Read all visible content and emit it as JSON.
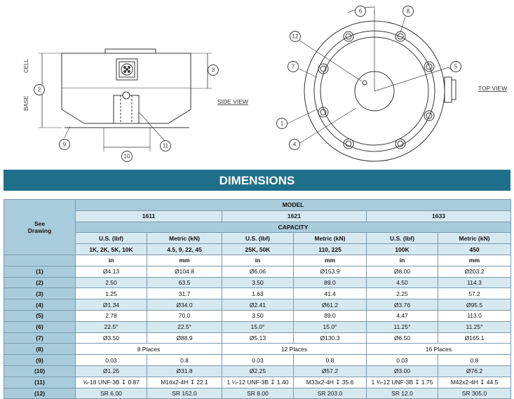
{
  "drawing": {
    "side_view_label": "SIDE VIEW",
    "top_view_label": "TOP VIEW",
    "cell_label": "CELL",
    "base_label": "BASE",
    "callouts": [
      "1",
      "2",
      "3",
      "4",
      "5",
      "6",
      "7",
      "8",
      "9",
      "10",
      "11",
      "12"
    ]
  },
  "banner": {
    "title": "DIMENSIONS"
  },
  "table": {
    "see_drawing": "See\nDrawing",
    "model_header": "MODEL",
    "capacity_header": "CAPACITY",
    "models": [
      "1611",
      "1621",
      "1633"
    ],
    "unit_headers": [
      "U.S. (lbf)",
      "Metric (kN)",
      "U.S. (lbf)",
      "Metric (kN)",
      "U.S. (lbf)",
      "Metric (kN)"
    ],
    "capacities": [
      "1K, 2K, 5K, 10K",
      "4.5, 9, 22, 45",
      "25K, 50K",
      "110, 225",
      "100K",
      "450"
    ],
    "length_units": [
      "in",
      "mm",
      "in",
      "mm",
      "in",
      "mm"
    ],
    "rows": [
      {
        "label": "(1)",
        "values": [
          "Ø4.13",
          "Ø104.8",
          "Ø6.06",
          "Ø153.9",
          "Ø8.00",
          "Ø203.2"
        ]
      },
      {
        "label": "(2)",
        "values": [
          "2.50",
          "63.5",
          "3.50",
          "89.0",
          "4.50",
          "114.3"
        ]
      },
      {
        "label": "(3)",
        "values": [
          "1.25",
          "31.7",
          "1.63",
          "41.4",
          "2.25",
          "57.2"
        ]
      },
      {
        "label": "(4)",
        "values": [
          "Ø1.34",
          "Ø34.0",
          "Ø2.41",
          "Ø61.2",
          "Ø3.76",
          "Ø95.5"
        ]
      },
      {
        "label": "(5)",
        "values": [
          "2.78",
          "70.0",
          "3.50",
          "89.0",
          "4.47",
          "113.0"
        ]
      },
      {
        "label": "(6)",
        "values": [
          "22.5°",
          "22.5°",
          "15.0°",
          "15.0°",
          "11.25°",
          "11.25°"
        ]
      },
      {
        "label": "(7)",
        "values": [
          "Ø3.50",
          "Ø88.9",
          "Ø5.13",
          "Ø130.3",
          "Ø6.50",
          "Ø165.1"
        ]
      },
      {
        "label": "(8)",
        "spans": [
          "8 Places",
          "12 Places",
          "16 Places"
        ]
      },
      {
        "label": "(9)",
        "values": [
          "0.03",
          "0.8",
          "0.03",
          "0.8",
          "0.03",
          "0.8"
        ]
      },
      {
        "label": "(10)",
        "values": [
          "Ø1.25",
          "Ø31.8",
          "Ø2.25",
          "Ø57.2",
          "Ø3.00",
          "Ø76.2"
        ]
      },
      {
        "label": "(11)",
        "values": [
          "⅝-18 UNF-3B ↧ 0.87",
          "M16x2-4H ↧ 22.1",
          "1 ¼-12 UNF-3B ↧ 1.40",
          "M33x2-4H ↧ 35.6",
          "1 ¾-12 UNF-3B ↧ 1.75",
          "M42x2-4H ↧ 44.5"
        ]
      },
      {
        "label": "(12)",
        "values": [
          "SR 6.00",
          "SR 152.0",
          "SR 8.00",
          "SR 203.0",
          "SR 12.0",
          "SR 305.0"
        ]
      }
    ]
  }
}
